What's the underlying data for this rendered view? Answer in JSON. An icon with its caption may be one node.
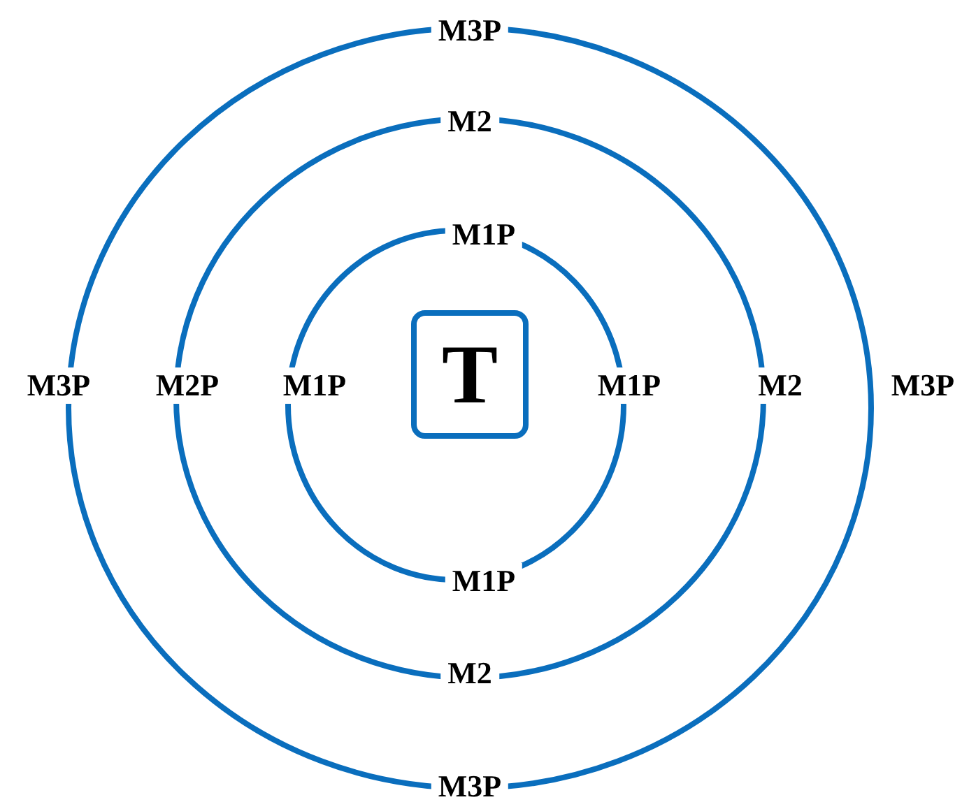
{
  "diagram": {
    "nodes": [
      {
        "text": [
          "T"
        ]
      }
    ],
    "labels": [
      "M3P",
      "M2",
      "M1P",
      "M3P",
      "M2P",
      "M1P",
      "M1P",
      "M2",
      "M3P",
      "M1P",
      "M2",
      "M3P"
    ]
  }
}
